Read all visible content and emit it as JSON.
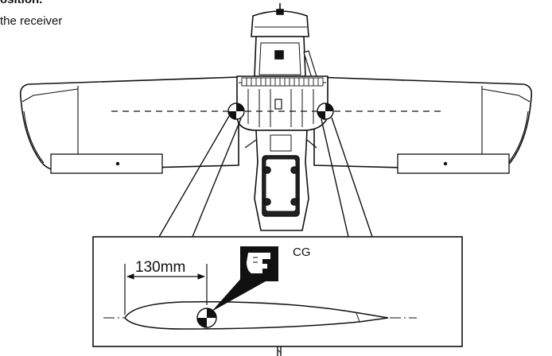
{
  "text": {
    "line1": "osition.",
    "line2": "the receiver"
  },
  "detail": {
    "dimension": "130mm",
    "cg_label": "CG"
  },
  "colors": {
    "ink": "#111111",
    "background": "#ffffff"
  }
}
